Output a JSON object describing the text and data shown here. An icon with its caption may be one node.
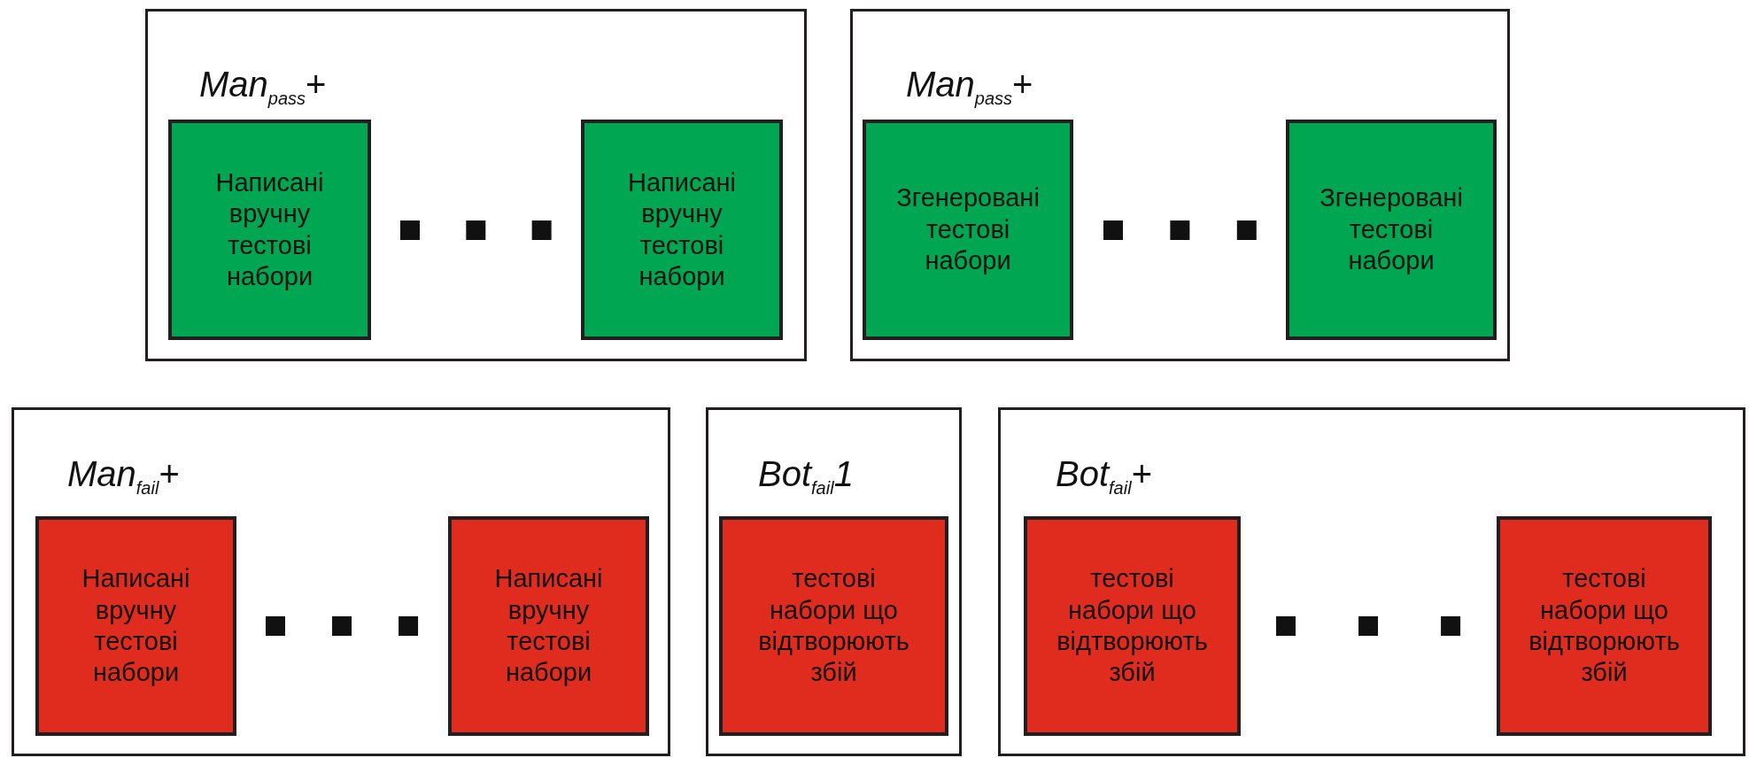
{
  "diagram": {
    "nodes": [
      {
        "text": [
          "*Man*$_{pass}$+"
        ]
      },
      {
        "text": [
          "Написані вручну тестові набори"
        ],
        "in": 0
      },
      {
        "text": [
          "Написані вручну тестові набори"
        ],
        "in": 0
      },
      {
        "text": [
          "*Man*$_{pass}$+"
        ]
      },
      {
        "text": [
          "Згенеровані тестові набори"
        ],
        "in": 3
      },
      {
        "text": [
          "Згенеровані тестові набори"
        ],
        "in": 3
      },
      {
        "text": [
          "*Man*$_{fail}$+"
        ]
      },
      {
        "text": [
          "Написані вручну тестові набори"
        ],
        "in": 6
      },
      {
        "text": [
          "Написані вручну тестові набори"
        ],
        "in": 6
      },
      {
        "text": [
          "*Bot*$_{fail}$*1*"
        ]
      },
      {
        "text": [
          "тестові набори що відтворюють збій"
        ],
        "in": 9
      },
      {
        "text": [
          "*Bot*$_{fail}$+"
        ]
      },
      {
        "text": [
          "тестові набори що відтворюють збій"
        ],
        "in": 11
      },
      {
        "text": [
          "тестові набори що відтворюють збій"
        ],
        "in": 11
      }
    ]
  }
}
